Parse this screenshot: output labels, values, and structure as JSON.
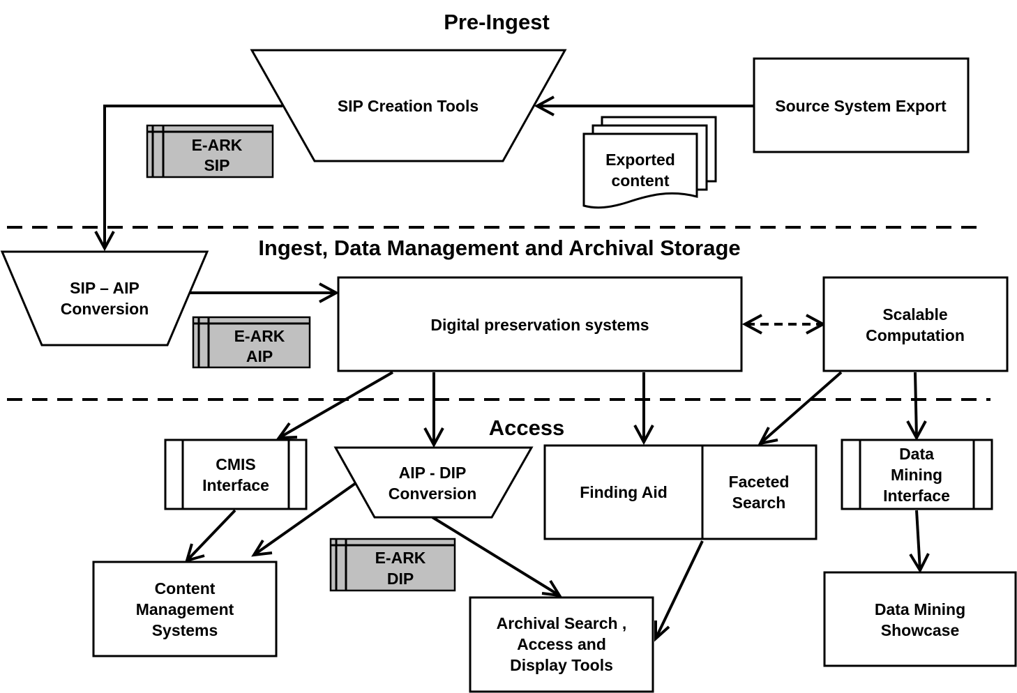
{
  "sections": {
    "pre_ingest": "Pre-Ingest",
    "ingest": "Ingest, Data Management and Archival Storage",
    "access": "Access"
  },
  "nodes": {
    "sip_creation_tools": "SIP Creation Tools",
    "source_system_export": "Source System Export",
    "exported_content": [
      "Exported",
      "content"
    ],
    "eark_sip": [
      "E-ARK",
      "SIP"
    ],
    "sip_aip_conversion": [
      "SIP – AIP",
      "Conversion"
    ],
    "digital_preservation_systems": "Digital preservation systems",
    "scalable_computation": [
      "Scalable",
      "Computation"
    ],
    "eark_aip": [
      "E-ARK",
      "AIP"
    ],
    "cmis_interface": [
      "CMIS",
      "Interface"
    ],
    "aip_dip_conversion": [
      "AIP - DIP",
      "Conversion"
    ],
    "finding_aid": "Finding Aid",
    "faceted_search": [
      "Faceted",
      "Search"
    ],
    "data_mining_interface": [
      "Data",
      "Mining",
      "Interface"
    ],
    "content_management_systems": [
      "Content",
      "Management",
      "Systems"
    ],
    "eark_dip": [
      "E-ARK",
      "DIP"
    ],
    "archival_search_tools": [
      "Archival Search ,",
      "Access and",
      "Display Tools"
    ],
    "data_mining_showcase": [
      "Data Mining",
      "Showcase"
    ]
  },
  "colors": {
    "line": "#000000",
    "package_fill": "#c0c0c0",
    "box_fill": "#ffffff"
  }
}
